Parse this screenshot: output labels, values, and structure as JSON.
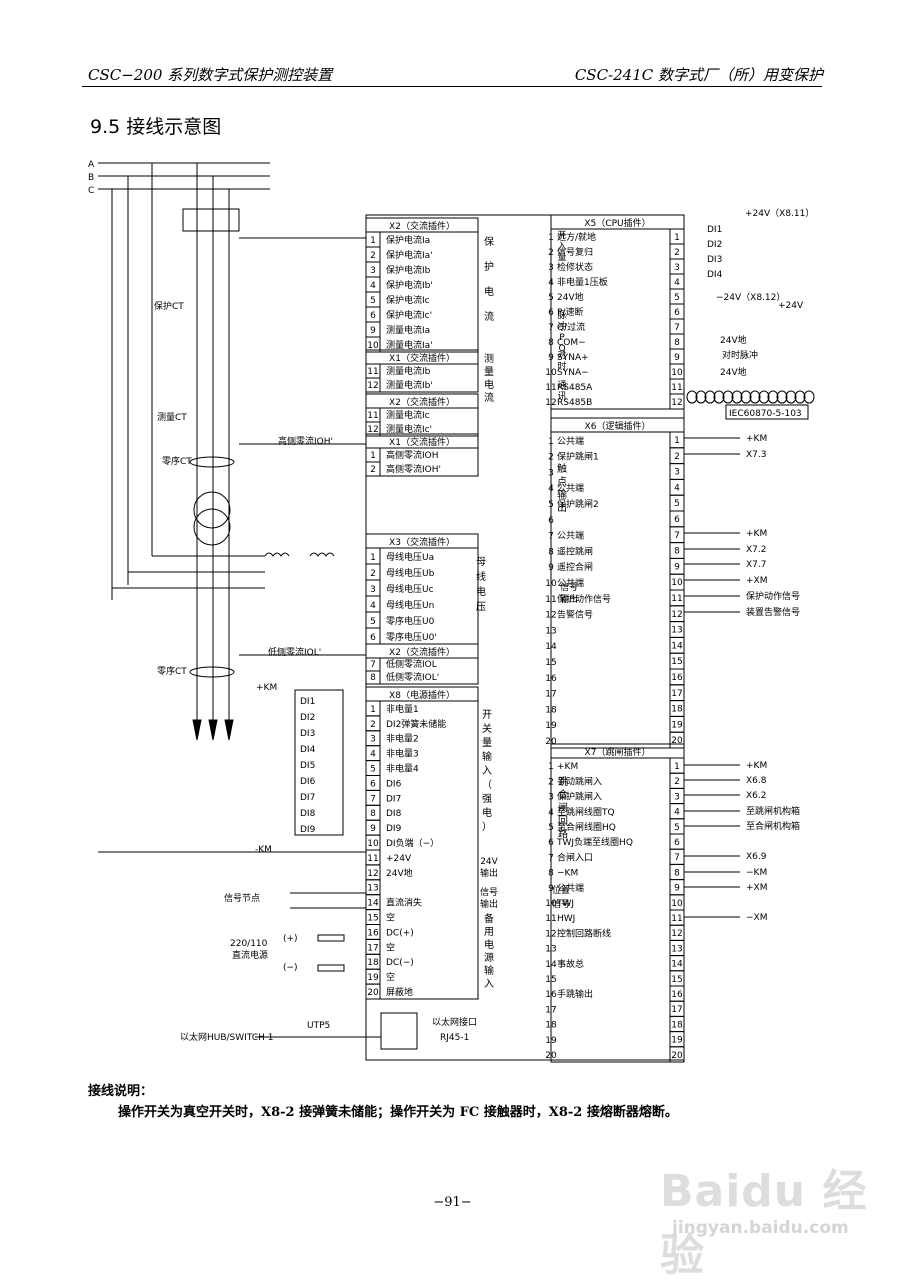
{
  "header": {
    "left": "CSC−200 系列数字式保护测控装置",
    "right": "CSC-241C 数字式厂（所）用变保护"
  },
  "section_title": "9.5 接线示意图",
  "bus": [
    "A",
    "B",
    "C"
  ],
  "left_labels": {
    "prot_ct": "保护CT",
    "meas_ct": "测量CT",
    "zero_ct": "零序CT",
    "zero_ct2": "零序CT",
    "hv_zero": "高侧零流IOH'",
    "lv_zero": "低侧零流IOL'",
    "km_plus": "+KM",
    "km_minus": "-KM",
    "signal_node": "信号节点",
    "dc_power": "220/110\n直流电源",
    "dc_plus": "(+)",
    "dc_minus": "(−)",
    "eth_hub": "以太网HUB/SWITCH 1",
    "utp": "UTP5"
  },
  "di_small": [
    "DI1",
    "DI2",
    "DI3",
    "DI4",
    "DI5",
    "DI6",
    "DI7",
    "DI8",
    "DI9"
  ],
  "x2a": {
    "title": "X2（交流插件）",
    "group1": "保护电流",
    "group2": "测量电流",
    "rows": [
      [
        "1",
        "保护电流Ia"
      ],
      [
        "2",
        "保护电流Ia'"
      ],
      [
        "3",
        "保护电流Ib"
      ],
      [
        "4",
        "保护电流Ib'"
      ],
      [
        "5",
        "保护电流Ic"
      ],
      [
        "6",
        "保护电流Ic'"
      ],
      [
        "9",
        "测量电流Ia"
      ],
      [
        "10",
        "测量电流Ia'"
      ]
    ]
  },
  "x1a": {
    "title": "X1（交流插件）",
    "rows": [
      [
        "11",
        "测量电流Ib"
      ],
      [
        "12",
        "测量电流Ib'"
      ]
    ]
  },
  "x2b": {
    "title": "X2（交流插件）",
    "rows": [
      [
        "11",
        "测量电流Ic"
      ],
      [
        "12",
        "测量电流Ic'"
      ]
    ]
  },
  "x1b": {
    "title": "X1（交流插件）",
    "rows": [
      [
        "1",
        "高侧零流IOH"
      ],
      [
        "2",
        "高侧零流IOH'"
      ]
    ]
  },
  "x3": {
    "title": "X3（交流插件）",
    "group": "母线电压",
    "rows": [
      [
        "1",
        "母线电压Ua"
      ],
      [
        "2",
        "母线电压Ub"
      ],
      [
        "3",
        "母线电压Uc"
      ],
      [
        "4",
        "母线电压Un"
      ],
      [
        "5",
        "零序电压U0"
      ],
      [
        "6",
        "零序电压U0'"
      ]
    ]
  },
  "x2c": {
    "title": "X2（交流插件）",
    "rows": [
      [
        "7",
        "低侧零流IOL"
      ],
      [
        "8",
        "低侧零流IOL'"
      ]
    ]
  },
  "x8": {
    "title": "X8（电源插件）",
    "group1": "开关量输入（强电）",
    "group2": "24V输出",
    "group3": "信号输出",
    "group4": "备用电源输入",
    "rows": [
      [
        "1",
        "非电量1"
      ],
      [
        "2",
        "DI2弹簧未储能"
      ],
      [
        "3",
        "非电量2"
      ],
      [
        "4",
        "非电量3"
      ],
      [
        "5",
        "非电量4"
      ],
      [
        "6",
        "DI6"
      ],
      [
        "7",
        "DI7"
      ],
      [
        "8",
        "DI8"
      ],
      [
        "9",
        "DI9"
      ],
      [
        "10",
        "DI负端（−）"
      ],
      [
        "11",
        "+24V"
      ],
      [
        "12",
        "24V地"
      ],
      [
        "13",
        ""
      ],
      [
        "14",
        "直流消失"
      ],
      [
        "15",
        "空"
      ],
      [
        "16",
        "DC(+)"
      ],
      [
        "17",
        "空"
      ],
      [
        "18",
        "DC(−)"
      ],
      [
        "19",
        "空"
      ],
      [
        "20",
        "屏蔽地"
      ]
    ]
  },
  "eth": {
    "label": "以太网接口",
    "sub": "RJ45-1"
  },
  "x5": {
    "title": "X5（CPU插件）",
    "groups": [
      "开入量",
      "脉冲PQ",
      "对时",
      "通讯"
    ],
    "rows": [
      [
        "1",
        "远方/就地"
      ],
      [
        "2",
        "信号复归"
      ],
      [
        "3",
        "检修状态"
      ],
      [
        "4",
        "非电量1压板"
      ],
      [
        "5",
        "24V地"
      ],
      [
        "6",
        "P/速断"
      ],
      [
        "7",
        "Q/过流"
      ],
      [
        "8",
        "COM−"
      ],
      [
        "9",
        "SYNA+"
      ],
      [
        "10",
        "SYNA−"
      ],
      [
        "11",
        "RS485A"
      ],
      [
        "12",
        "RS485B"
      ]
    ],
    "right": {
      "di": [
        "DI1",
        "DI2",
        "DI3",
        "DI4"
      ],
      "p24": "+24V（X8.11）",
      "m24": "−24V（X8.12）",
      "p24b": "+24V",
      "gnd": "24V地",
      "pulse": "对时脉冲",
      "gnd2": "24V地",
      "iec": "IEC60870-5-103"
    }
  },
  "x6": {
    "title": "X6（逻辑插件）",
    "g1": "触点输出",
    "g2": "信号输出",
    "rows": [
      [
        "1",
        "公共端"
      ],
      [
        "2",
        "保护跳闸1"
      ],
      [
        "3",
        ""
      ],
      [
        "4",
        "公共端"
      ],
      [
        "5",
        "保护跳闸2"
      ],
      [
        "6",
        ""
      ],
      [
        "7",
        "公共端"
      ],
      [
        "8",
        "遥控跳闸"
      ],
      [
        "9",
        "遥控合闸"
      ],
      [
        "10",
        "公共端"
      ],
      [
        "11",
        "保护动作信号"
      ],
      [
        "12",
        "告警信号"
      ],
      [
        "13",
        ""
      ],
      [
        "14",
        ""
      ],
      [
        "15",
        ""
      ],
      [
        "16",
        ""
      ],
      [
        "17",
        ""
      ],
      [
        "18",
        ""
      ],
      [
        "19",
        ""
      ],
      [
        "20",
        ""
      ]
    ],
    "right": [
      [
        "1",
        "+KM"
      ],
      [
        "2",
        "X7.3"
      ],
      [
        "7",
        "+KM"
      ],
      [
        "8",
        "X7.2"
      ],
      [
        "9",
        "X7.7"
      ],
      [
        "10",
        "+XM"
      ],
      [
        "11",
        "保护动作信号"
      ],
      [
        "12",
        "装置告警信号"
      ]
    ]
  },
  "x7": {
    "title": "X7（跳闸插件）",
    "g1": "跳合闸回路",
    "g2": "位置信号",
    "rows": [
      [
        "1",
        "+KM"
      ],
      [
        "2",
        "手动跳闸入"
      ],
      [
        "3",
        "保护跳闸入"
      ],
      [
        "4",
        "至跳闸线圈TQ"
      ],
      [
        "5",
        "至合闸线圈HQ"
      ],
      [
        "6",
        "TWJ负端至线圈HQ"
      ],
      [
        "7",
        "合闸入口"
      ],
      [
        "8",
        "−KM"
      ],
      [
        "9",
        "公共端"
      ],
      [
        "10",
        "TWJ"
      ],
      [
        "11",
        "HWJ"
      ],
      [
        "12",
        "控制回路断线"
      ],
      [
        "13",
        ""
      ],
      [
        "14",
        "事故总"
      ],
      [
        "15",
        ""
      ],
      [
        "16",
        "手跳输出"
      ],
      [
        "17",
        ""
      ],
      [
        "18",
        ""
      ],
      [
        "19",
        ""
      ],
      [
        "20",
        ""
      ]
    ],
    "right": [
      [
        "1",
        "+KM"
      ],
      [
        "2",
        "X6.8"
      ],
      [
        "3",
        "X6.2"
      ],
      [
        "4",
        "至跳闸机构箱"
      ],
      [
        "5",
        "至合闸机构箱"
      ],
      [
        "7",
        "X6.9"
      ],
      [
        "8",
        "−KM"
      ],
      [
        "9",
        "+XM"
      ],
      [
        "11",
        "−XM"
      ]
    ]
  },
  "notes": {
    "title": "接线说明：",
    "text": "操作开关为真空开关时，X8-2 接弹簧未储能；操作开关为 FC 接触器时，X8-2 接熔断器熔断。"
  },
  "page_number": "−91−",
  "watermark": {
    "brand": "Bai du 经验",
    "url": "jingyan.baidu.com"
  }
}
